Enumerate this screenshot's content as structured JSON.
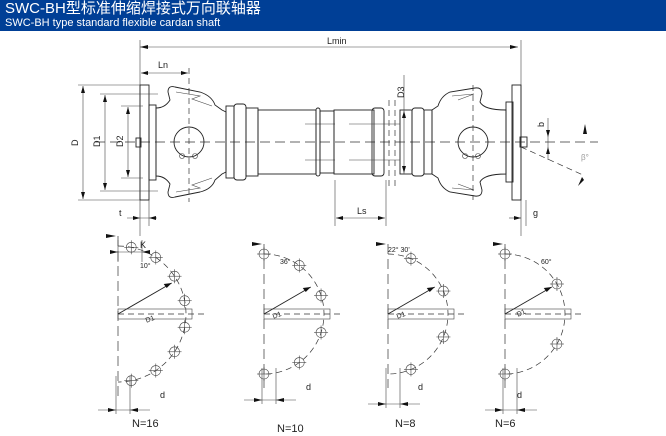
{
  "header": {
    "title_cn": "SWC-BH型标准伸缩焊接式万向联轴器",
    "title_en": "SWC-BH type standard flexible cardan shaft",
    "background": "#003f96"
  },
  "main_drawing": {
    "labels": {
      "lmin": "Lmin",
      "ln": "Ln",
      "d": "D",
      "d1": "D1",
      "d2": "D2",
      "d3": "D3",
      "t": "t",
      "ls": "Ls",
      "b": "b",
      "beta": "β°",
      "g": "g"
    }
  },
  "flange_patterns": [
    {
      "n_label": "N=16",
      "angle_label": "10°",
      "k_label": "K",
      "d1_label": "D1",
      "d_label": "d",
      "bolts": 16
    },
    {
      "n_label": "N=10",
      "angle_label": "36°",
      "d1_label": "D1",
      "d_label": "d",
      "bolts": 10
    },
    {
      "n_label": "N=8",
      "angle_label": "22° 30'",
      "d1_label": "D1",
      "d_label": "d",
      "bolts": 8
    },
    {
      "n_label": "N=6",
      "angle_label": "60°",
      "d1_label": "D1",
      "d_label": "d",
      "bolts": 6
    }
  ]
}
